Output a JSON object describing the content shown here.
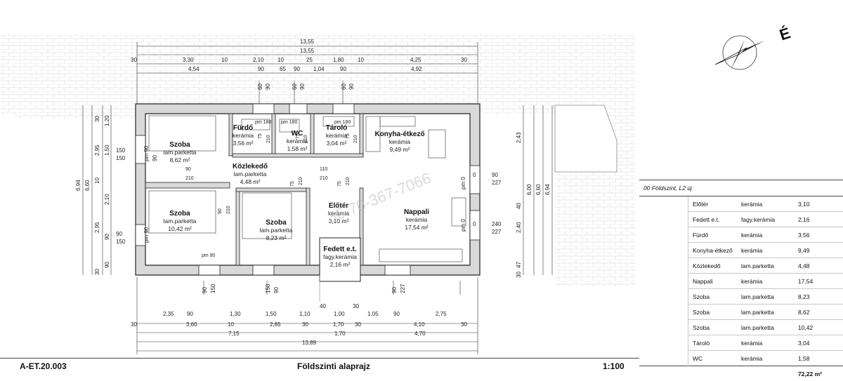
{
  "dims_top": [
    "13,55",
    "13,55",
    "30",
    "3,30",
    "10",
    "2,10",
    "10",
    "25",
    "1,80",
    "10",
    "4,25",
    "30",
    "4,54",
    "90",
    "65",
    "90",
    "1,04",
    "90",
    "4,92",
    "60",
    "90",
    "60",
    "90",
    "60",
    "90"
  ],
  "dims_bottom": [
    "2,35",
    "90",
    "1,30",
    "1,50",
    "1,10",
    "1,00",
    "1,05",
    "90",
    "2,75",
    "30",
    "3,60",
    "10",
    "2,85",
    "30",
    "1,70",
    "30",
    "4,10",
    "30",
    "7,15",
    "1,70",
    "4,70",
    "13,89",
    "40",
    "30",
    "90",
    "150",
    "150",
    "90",
    "90",
    "227"
  ],
  "dims_left": [
    "6,94",
    "6,60",
    "2,95",
    "1,50",
    "10",
    "2,10",
    "2,95",
    "1,20",
    "90",
    "30",
    "30",
    "150",
    "90",
    "150",
    "90",
    "150",
    "90",
    "pm 90",
    "pm 90"
  ],
  "dims_right": [
    "2,43",
    "6,00",
    "6,60",
    "6,94",
    "2,40",
    "40",
    "47",
    "30",
    "90",
    "227",
    "240",
    "227",
    "pm 0",
    "pm 0",
    "0",
    "0"
  ],
  "dims_inner": [
    "pm 180",
    "pm 180",
    "pm 180",
    "75",
    "210",
    "75",
    "210",
    "75",
    "210",
    "90",
    "210",
    "110",
    "210",
    "75",
    "210",
    "75",
    "210",
    "90",
    "210",
    "pm 90"
  ],
  "rooms": {
    "furdo": {
      "name": "Fürdő",
      "material": "kerámia",
      "area": "3,56 m²"
    },
    "wc": {
      "name": "WC",
      "material": "kerámia",
      "area": "1,58 m²"
    },
    "tarolo": {
      "name": "Tároló",
      "material": "kerámia",
      "area": "3,04 m²"
    },
    "konyha": {
      "name": "Konyha-étkező",
      "material": "kerámia",
      "area": "9,49 m²"
    },
    "szoba1": {
      "name": "Szoba",
      "material": "lam.parketta",
      "area": "8,62 m²"
    },
    "kozlekedo": {
      "name": "Közlekedő",
      "material": "lam.parketta",
      "area": "4,48 m²"
    },
    "szoba2": {
      "name": "Szoba",
      "material": "lam.parketta",
      "area": "10,42 m²"
    },
    "szoba3": {
      "name": "Szoba",
      "material": "lam.parketta",
      "area": "8,23 m²"
    },
    "eloter": {
      "name": "Előtér",
      "material": "kerámia",
      "area": "3,10 m²"
    },
    "nappali": {
      "name": "Nappali",
      "material": "kerámia",
      "area": "17,54 m²"
    },
    "fedett": {
      "name": "Fedett e.t.",
      "material": "fagy.kerámia",
      "area": "2,16 m²"
    }
  },
  "watermark": "36-70-367-7066",
  "north_label": "É",
  "table": {
    "title": "00 Földszint, L2 új",
    "rows": [
      {
        "name": "Előtér",
        "material": "kerámia",
        "area": "3,10"
      },
      {
        "name": "Fedett e.t.",
        "material": "fagy.kerámia",
        "area": "2,16"
      },
      {
        "name": "Fürdő",
        "material": "kerámia",
        "area": "3,56"
      },
      {
        "name": "Konyha-étkező",
        "material": "kerámia",
        "area": "9,49"
      },
      {
        "name": "Közlekedő",
        "material": "lam.parketta",
        "area": "4,48"
      },
      {
        "name": "Nappali",
        "material": "kerámia",
        "area": "17,54"
      },
      {
        "name": "Szoba",
        "material": "lam.parketta",
        "area": "8,23"
      },
      {
        "name": "Szoba",
        "material": "lam.parketta",
        "area": "8,62"
      },
      {
        "name": "Szoba",
        "material": "lam.parketta",
        "area": "10,42"
      },
      {
        "name": "Tároló",
        "material": "kerámia",
        "area": "3,04"
      },
      {
        "name": "WC",
        "material": "kerámia",
        "area": "1,58"
      }
    ],
    "total": "72,22 m²"
  },
  "title_block": {
    "code": "A-ET.20.003",
    "title": "Földszinti alaprajz",
    "scale": "1:100"
  },
  "colors": {
    "wall_fill": "#d9d9d9",
    "paving": "#e8e8e8",
    "line": "#222222"
  }
}
